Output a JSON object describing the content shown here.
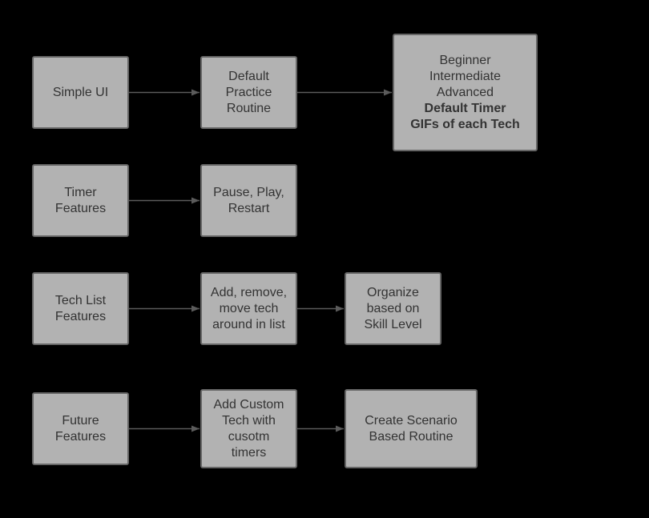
{
  "diagram": {
    "colors": {
      "background": "#000000",
      "node_fill": "#b2b2b2",
      "node_border": "#666666",
      "text": "#333333",
      "edge": "#5b5b5b"
    },
    "nodes": [
      {
        "id": "simple-ui",
        "lines": [
          {
            "text": "Simple UI"
          }
        ]
      },
      {
        "id": "default-practice-routine",
        "lines": [
          {
            "text": "Default"
          },
          {
            "text": "Practice"
          },
          {
            "text": "Routine"
          }
        ]
      },
      {
        "id": "levels-and-timer",
        "lines": [
          {
            "text": "Beginner"
          },
          {
            "text": "Intermediate"
          },
          {
            "text": "Advanced"
          },
          {
            "text": "Default Timer",
            "bold": true
          },
          {
            "text": "GIFs of each Tech",
            "bold": true
          }
        ]
      },
      {
        "id": "timer-features",
        "lines": [
          {
            "text": "Timer"
          },
          {
            "text": "Features"
          }
        ]
      },
      {
        "id": "pause-play-restart",
        "lines": [
          {
            "text": "Pause, Play,"
          },
          {
            "text": "Restart"
          }
        ]
      },
      {
        "id": "tech-list-features",
        "lines": [
          {
            "text": "Tech List"
          },
          {
            "text": "Features"
          }
        ]
      },
      {
        "id": "add-remove-move",
        "lines": [
          {
            "text": "Add, remove,"
          },
          {
            "text": "move tech"
          },
          {
            "text": "around in list"
          }
        ]
      },
      {
        "id": "organize-skill-level",
        "lines": [
          {
            "text": "Organize"
          },
          {
            "text": "based on"
          },
          {
            "text": "Skill Level"
          }
        ]
      },
      {
        "id": "future-features",
        "lines": [
          {
            "text": "Future"
          },
          {
            "text": "Features"
          }
        ]
      },
      {
        "id": "add-custom-tech",
        "lines": [
          {
            "text": "Add Custom"
          },
          {
            "text": "Tech with"
          },
          {
            "text": "cusotm"
          },
          {
            "text": "timers"
          }
        ]
      },
      {
        "id": "scenario-routine",
        "lines": [
          {
            "text": "Create Scenario"
          },
          {
            "text": "Based Routine"
          }
        ]
      }
    ],
    "edges": [
      {
        "from": "simple-ui",
        "to": "default-practice-routine"
      },
      {
        "from": "default-practice-routine",
        "to": "levels-and-timer"
      },
      {
        "from": "timer-features",
        "to": "pause-play-restart"
      },
      {
        "from": "tech-list-features",
        "to": "add-remove-move"
      },
      {
        "from": "add-remove-move",
        "to": "organize-skill-level"
      },
      {
        "from": "future-features",
        "to": "add-custom-tech"
      },
      {
        "from": "add-custom-tech",
        "to": "scenario-routine"
      }
    ]
  }
}
